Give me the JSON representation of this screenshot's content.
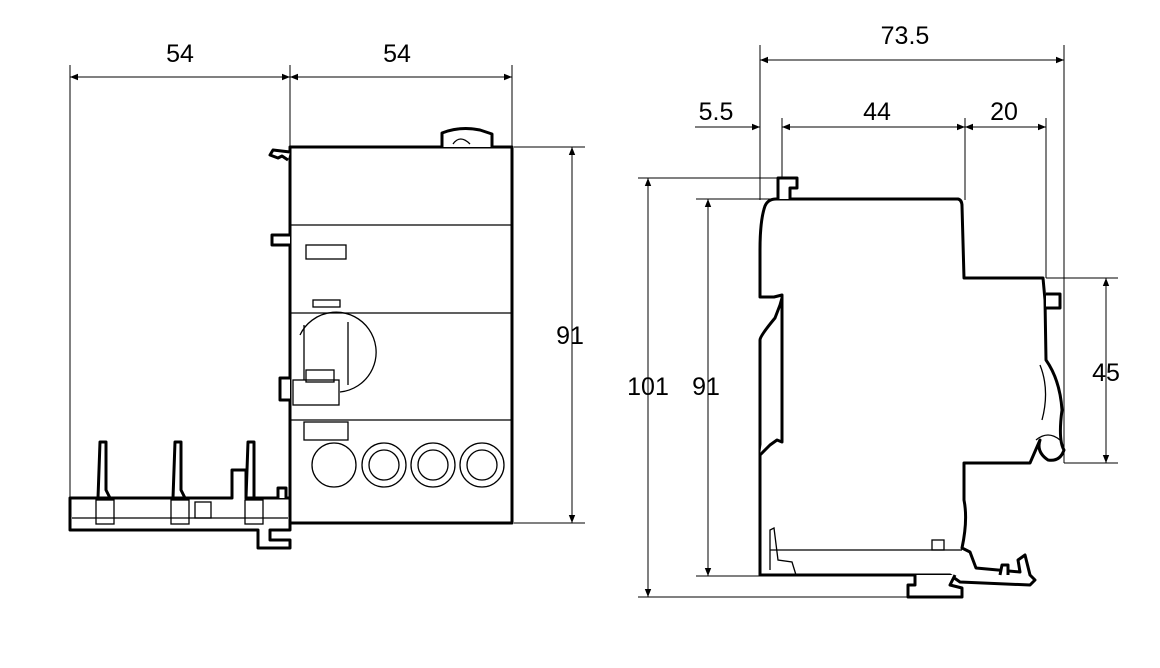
{
  "front_view": {
    "dim_width_left": "54",
    "dim_width_right": "54",
    "dim_height": "91"
  },
  "side_view": {
    "dim_total_depth": "73.5",
    "dim_clip_offset": "5.5",
    "dim_body_depth": "44",
    "dim_front_depth": "20",
    "dim_total_height": "101",
    "dim_body_height": "91",
    "dim_front_height": "45"
  }
}
